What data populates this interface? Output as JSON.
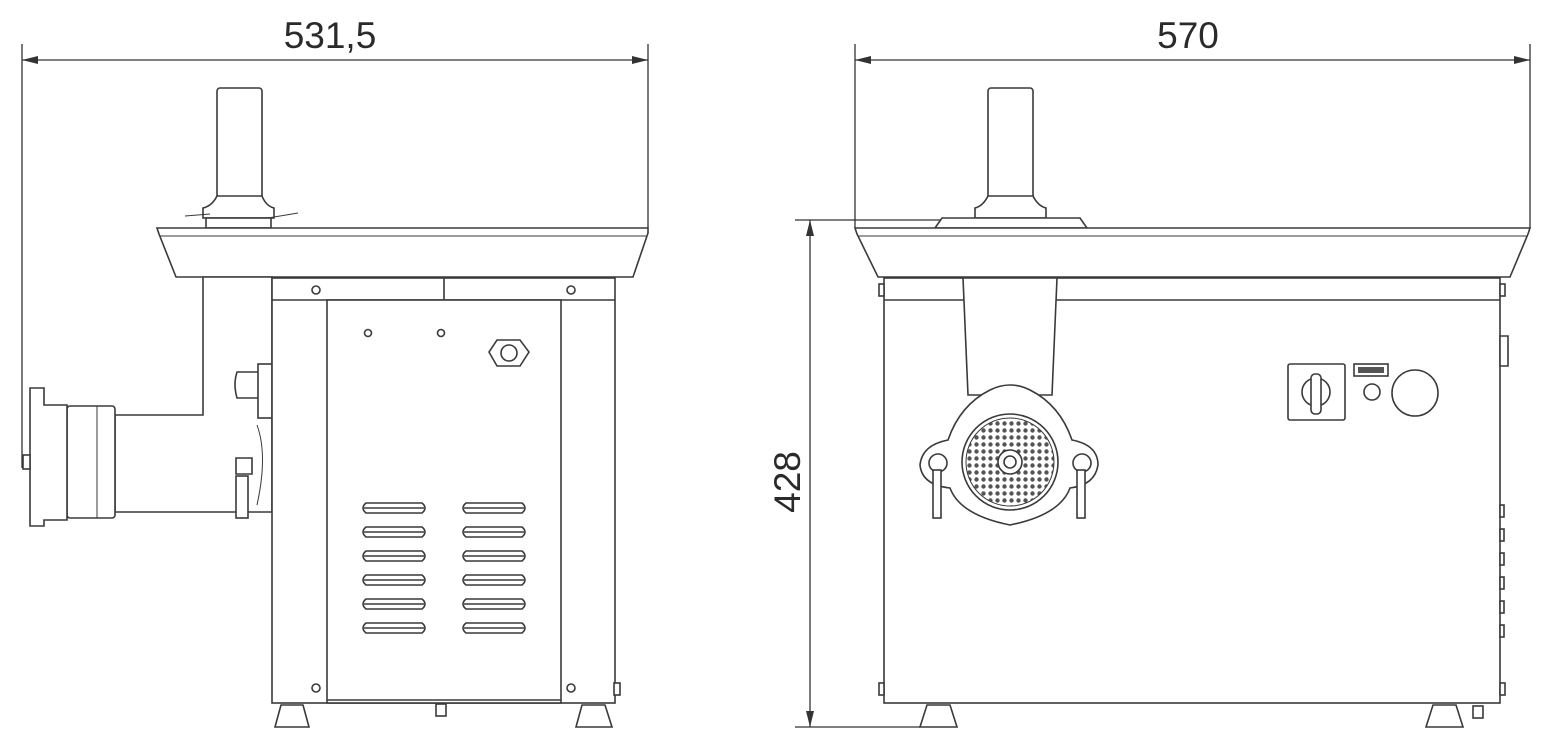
{
  "drawing": {
    "side_view": {
      "width_label": "531,5"
    },
    "front_view": {
      "width_label": "570",
      "height_label": "428"
    }
  },
  "colors": {
    "line": "#3a3a3a",
    "background": "#ffffff"
  }
}
